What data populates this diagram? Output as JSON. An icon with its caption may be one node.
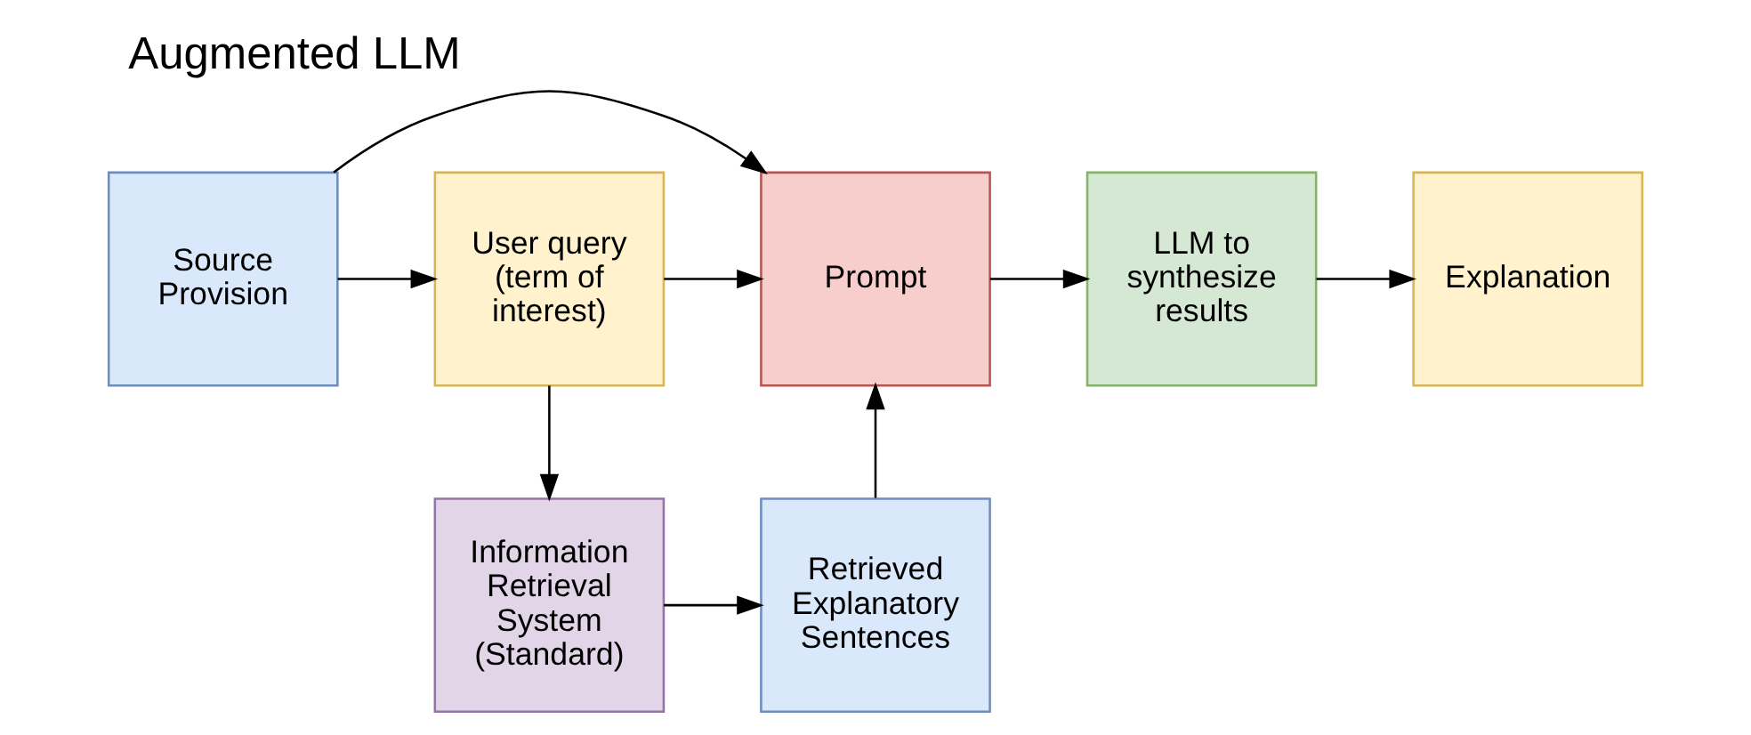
{
  "diagram": {
    "title": "Augmented LLM",
    "nodes": [
      {
        "text": [
          "Source Provision"
        ]
      },
      {
        "text": [
          "User query (term of interest)"
        ]
      },
      {
        "text": [
          "Prompt"
        ]
      },
      {
        "text": [
          "LLM to synthesize results"
        ]
      },
      {
        "text": [
          "Explanation"
        ]
      },
      {
        "text": [
          "Information Retrieval System (Standard)"
        ]
      },
      {
        "text": [
          "Retrieved Explanatory Sentences"
        ]
      }
    ],
    "edges": [
      {
        "from": 0,
        "to": 1,
        "arrow": "to"
      },
      {
        "from": 1,
        "to": 2,
        "arrow": "to"
      },
      {
        "from": 2,
        "to": 3,
        "arrow": "to"
      },
      {
        "from": 3,
        "to": 4,
        "arrow": "to"
      },
      {
        "from": 0,
        "to": 2,
        "arrow": "to"
      },
      {
        "from": 1,
        "to": 5,
        "arrow": "to"
      },
      {
        "from": 5,
        "to": 6,
        "arrow": "to"
      },
      {
        "from": 6,
        "to": 2,
        "arrow": "to"
      }
    ]
  }
}
